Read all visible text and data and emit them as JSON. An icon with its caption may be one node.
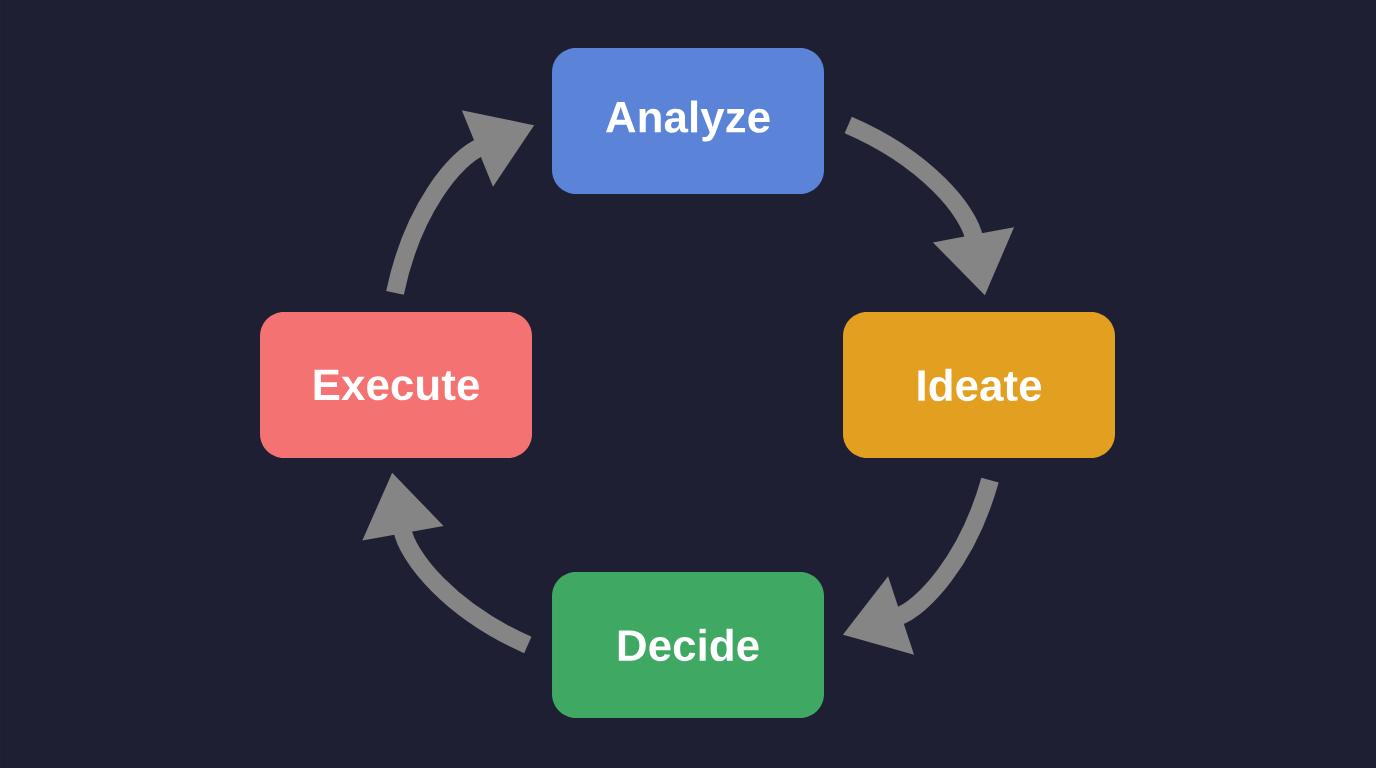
{
  "diagram": {
    "nodes": [
      {
        "text": [
          "Analyze"
        ]
      },
      {
        "text": [
          "Ideate"
        ]
      },
      {
        "text": [
          "Decide"
        ]
      },
      {
        "text": [
          "Execute"
        ]
      }
    ],
    "edges": [
      {
        "from": 0,
        "to": 1,
        "arrow": "to"
      },
      {
        "from": 1,
        "to": 2,
        "arrow": "to"
      },
      {
        "from": 2,
        "to": 3,
        "arrow": "to"
      },
      {
        "from": 3,
        "to": 0,
        "arrow": "to"
      }
    ]
  }
}
